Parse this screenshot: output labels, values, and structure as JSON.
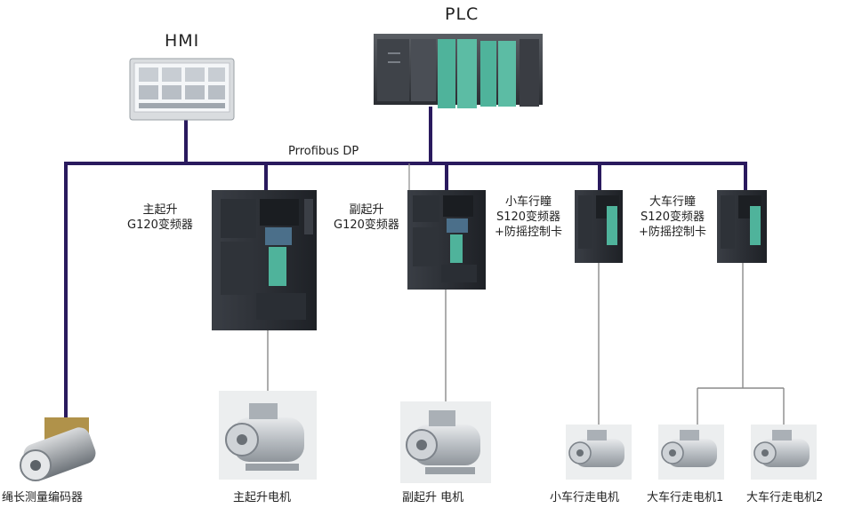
{
  "title_plc": "PLC",
  "title_hmi": "HMI",
  "bus_label": "Prrofibus DP",
  "drives": {
    "main_hoist": [
      "主起升",
      "G120变频器"
    ],
    "aux_hoist": [
      "副起升",
      "G120变频器"
    ],
    "trolley": [
      "小车行瞳",
      "S120变频器",
      "+防摇控制卡"
    ],
    "gantry": [
      "大车行瞳",
      "S120变频器",
      "+防摇控制卡"
    ]
  },
  "devices": {
    "encoder": "绳长测量编码器",
    "main_motor": "主起升电机",
    "aux_motor": "副起升 电机",
    "trolley_motor": "小车行走电机",
    "gantry_motor1": "大车行走电机1",
    "gantry_motor2": "大车行走电机2"
  },
  "colors": {
    "bus": "#2a1a5e",
    "drop_line": "#8a8a8a",
    "drive_body": "#262a30",
    "panel_teal": "#4fb39b",
    "motor_body": "#c9cdd1",
    "encoder_body": "#9aa0a6"
  },
  "icons": {
    "plc": "plc-rack-icon",
    "hmi": "hmi-panel-icon",
    "drive": "frequency-inverter-icon",
    "motor": "electric-motor-icon",
    "encoder": "rotary-encoder-icon"
  }
}
